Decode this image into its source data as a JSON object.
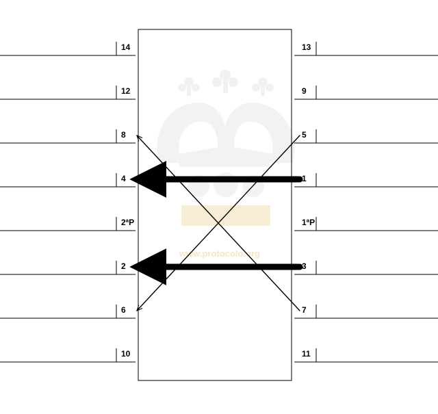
{
  "seats": {
    "left": [
      {
        "label": "14"
      },
      {
        "label": "12"
      },
      {
        "label": "8"
      },
      {
        "label": "4"
      },
      {
        "label": "2ªP"
      },
      {
        "label": "2"
      },
      {
        "label": "6"
      },
      {
        "label": "10"
      }
    ],
    "right": [
      {
        "label": "13"
      },
      {
        "label": "9"
      },
      {
        "label": "5"
      },
      {
        "label": "1"
      },
      {
        "label": "1ªP"
      },
      {
        "label": "3"
      },
      {
        "label": "7"
      },
      {
        "label": "11"
      }
    ]
  },
  "moves": [
    {
      "from": "5",
      "to": "6",
      "weight": "thin"
    },
    {
      "from": "7",
      "to": "8",
      "weight": "thin"
    },
    {
      "from": "1",
      "to": "4",
      "weight": "thick"
    },
    {
      "from": "3",
      "to": "2",
      "weight": "thick"
    }
  ],
  "watermark": {
    "text": "www.protocolo.org",
    "color": "#f3e6c4"
  },
  "colors": {
    "line": "#000000",
    "background": "#ffffff"
  }
}
